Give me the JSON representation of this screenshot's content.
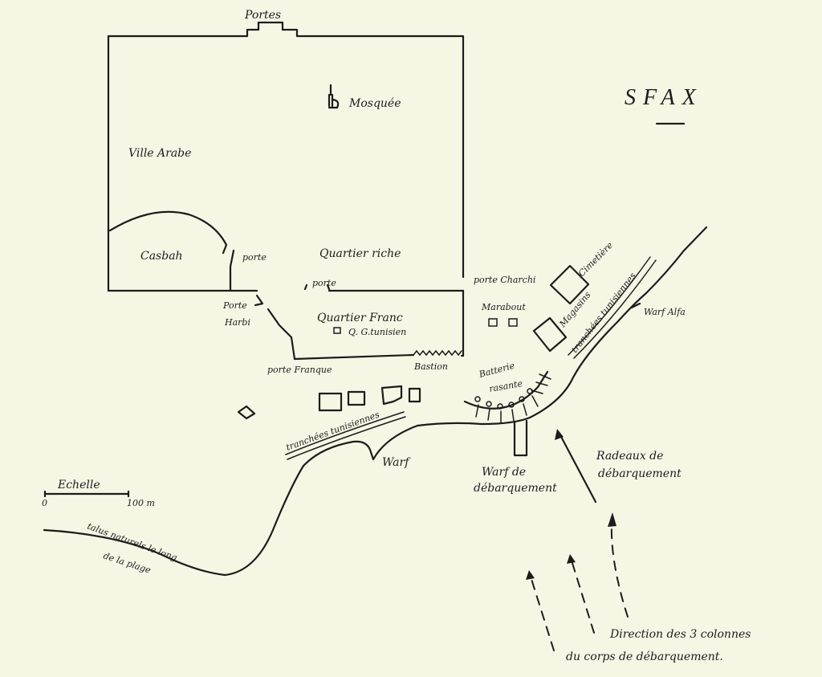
{
  "map": {
    "title": "SFAX",
    "labels": {
      "portes": "Portes",
      "mosquee": "Mosquée",
      "ville_arabe": "Ville Arabe",
      "casbah": "Casbah",
      "porte_casbah": "porte",
      "quartier_riche": "Quartier riche",
      "porte_charchi": "porte Charchi",
      "cimetiere": "Cimetière",
      "porte_mid": "porte",
      "porte_harbi_1": "Porte",
      "porte_harbi_2": "Harbi",
      "quartier_franc": "Quartier Franc",
      "q_g_tunisien": "Q. G.tunisien",
      "marabout": "Marabout",
      "magasins": "Magasins",
      "tranchees_right": "tranchées tunisiennes",
      "warf_alfa": "Warf Alfa",
      "porte_franque": "porte Franque",
      "bastion": "Bastion",
      "batterie_1": "Batterie",
      "batterie_2": "rasante",
      "tranchees_left": "tranchées tunisiennes",
      "warf": "Warf",
      "warf_debarquement_1": "Warf de",
      "warf_debarquement_2": "débarquement",
      "radeaux_1": "Radeaux de",
      "radeaux_2": "débarquement",
      "echelle": "Echelle",
      "scale_start": "0",
      "scale_end": "100 m",
      "talus_1": "talus naturels le long",
      "talus_2": "de la plage",
      "direction_1": "Direction des 3 colonnes",
      "direction_2": "du corps de débarquement."
    }
  }
}
